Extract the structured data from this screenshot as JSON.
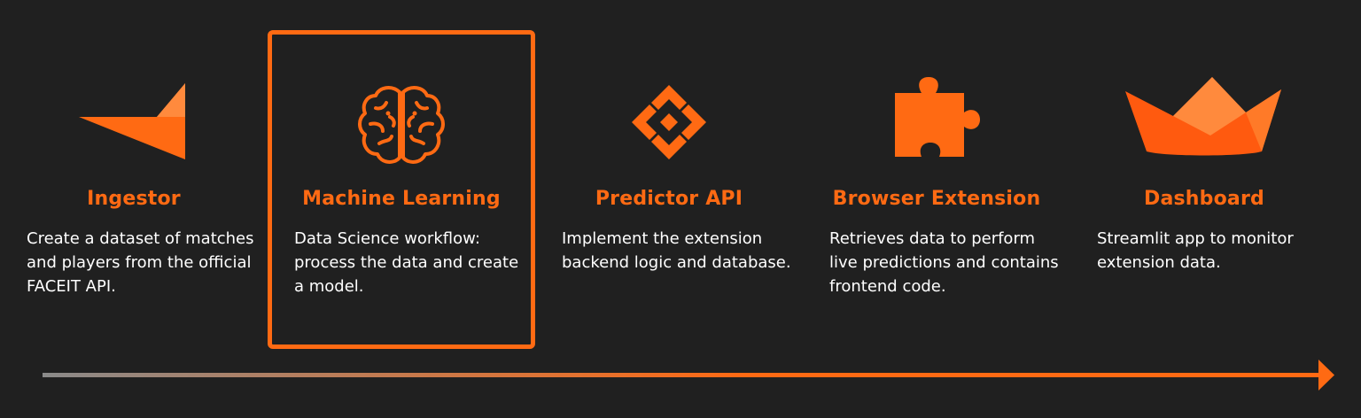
{
  "stages": [
    {
      "title": "Ingestor",
      "description": "Create a dataset of matches and players from the official FACEIT API.",
      "icon": "faceit-logo-icon"
    },
    {
      "title": "Machine Learning",
      "description": "Data Science workflow: process the data and create a model.",
      "icon": "brain-icon",
      "highlighted": true
    },
    {
      "title": "Predictor API",
      "description": "Implement the extension backend logic and database.",
      "icon": "diamond-nodes-icon"
    },
    {
      "title": "Browser Extension",
      "description": "Retrieves data to perform live predictions and contains frontend code.",
      "icon": "puzzle-piece-icon"
    },
    {
      "title": "Dashboard",
      "description": "Streamlit app to monitor extension data.",
      "icon": "streamlit-boat-icon"
    }
  ],
  "colors": {
    "accent": "#ff6a13",
    "background": "#202020",
    "text": "#ffffff",
    "timeline_start": "#8a8a8a"
  }
}
